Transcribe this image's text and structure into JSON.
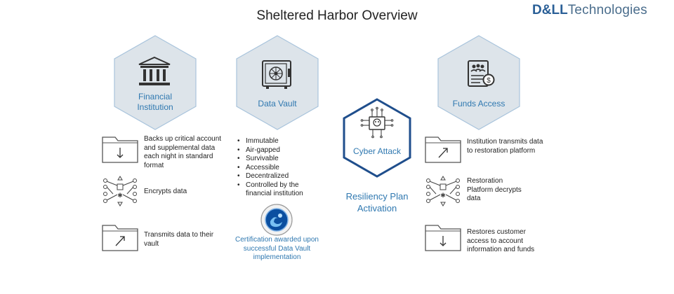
{
  "title": "Sheltered Harbor Overview",
  "brand": {
    "bold": "D&LL",
    "rest": "Technologies"
  },
  "colors": {
    "hex_fill": "#dde4ea",
    "hex_border": "#a9c4dc",
    "accent": "#2f78b0",
    "dark_blue": "#1f4e8c"
  },
  "columns": {
    "financial": {
      "label": "Financial Institution",
      "icon": "bank-building-icon",
      "steps": [
        {
          "icon": "folder-download-icon",
          "text": "Backs up critical account and supplemental data each night in standard format"
        },
        {
          "icon": "encryption-pattern-icon",
          "text": "Encrypts data"
        },
        {
          "icon": "folder-transfer-icon",
          "text": "Transmits data to their vault"
        }
      ]
    },
    "vault": {
      "label": "Data Vault",
      "icon": "safe-icon",
      "bullets": [
        "Immutable",
        "Air-gapped",
        "Survivable",
        "Accessible",
        "Decentralized",
        "Controlled by the financial institution"
      ],
      "seal_icon": "sheltered-harbor-seal-icon",
      "certification": "Certification awarded upon successful Data Vault implementation"
    },
    "cyber": {
      "label": "Cyber Attack",
      "icon": "circuit-skull-icon",
      "activation": "Resiliency Plan Activation"
    },
    "funds": {
      "label": "Funds Access",
      "icon": "document-money-icon",
      "steps": [
        {
          "icon": "folder-transfer-icon",
          "text": "Institution transmits data to restoration platform"
        },
        {
          "icon": "encryption-pattern-icon",
          "text": "Restoration Platform decrypts data"
        },
        {
          "icon": "folder-download-icon",
          "text": "Restores customer access to account information and funds"
        }
      ]
    }
  }
}
